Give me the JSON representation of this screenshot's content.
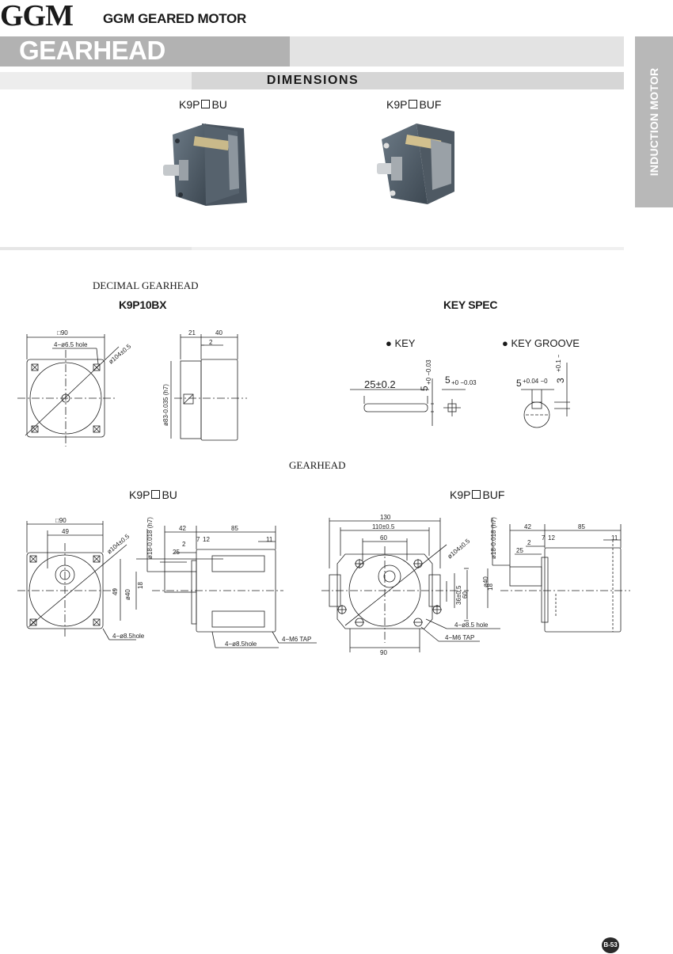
{
  "header": {
    "brand": "GGM",
    "subtitle": "GGM GEARED MOTOR",
    "section_title": "GEARHEAD",
    "side_tab": "INDUCTION MOTOR",
    "dimensions_label": "DIMENSIONS"
  },
  "photos": [
    {
      "prefix": "K9P",
      "suffix": "BU"
    },
    {
      "prefix": "K9P",
      "suffix": "BUF"
    }
  ],
  "decimal": {
    "heading": "DECIMAL GEARHEAD",
    "model": "K9P10BX",
    "dims": {
      "sq90": "□90",
      "hole": "4−ø6.5 hole",
      "pcd": "ø104±0.5",
      "d21": "21",
      "d40": "40",
      "d2": "2",
      "shaft": "ø83-0.035 (h7)"
    }
  },
  "keyspec": {
    "title": "KEY SPEC",
    "key_label": "KEY",
    "groove_label": "KEY GROOVE",
    "key_len": "25±0.2",
    "key_h": "5",
    "key_h_tol": "+0 −0.03",
    "key_w": "5",
    "key_w_tol": "+0 −0.03",
    "groove_w": "5",
    "groove_w_tol": "+0.04 −0",
    "groove_d": "3",
    "groove_d_tol": "+0.1 −0"
  },
  "gearhead": {
    "heading": "GEARHEAD",
    "bu": {
      "prefix": "K9P",
      "suffix": "BU",
      "dims": {
        "sq90": "□90",
        "d49": "49",
        "pcd": "ø104±0.5",
        "d40": "ø40",
        "d49v": "49",
        "hole": "4−ø8.5hole",
        "shaft": "ø18-0.018 (h7)",
        "d42": "42",
        "d85": "85",
        "d7": "7",
        "d12": "12",
        "d2": "2",
        "d25": "25",
        "d11": "11",
        "d18": "18",
        "hole2": "4−ø8.5hole",
        "tap": "4−M6 TAP"
      }
    },
    "buf": {
      "prefix": "K9P",
      "suffix": "BUF",
      "dims": {
        "d130": "130",
        "d110": "110±0.5",
        "d60": "60",
        "pcd": "ø104±0.5",
        "d40": "ø40",
        "d36": "36±0.5",
        "d60v": "60",
        "hole": "4−ø8.5 hole",
        "tap": "4−M6 TAP",
        "d90": "90",
        "shaft": "ø18-0.018 (h7)",
        "d42": "42",
        "d85": "85",
        "d7": "7",
        "d12": "12",
        "d2": "2",
        "d25": "25",
        "d11": "11",
        "d18": "18"
      }
    }
  },
  "page_number": "B-53"
}
